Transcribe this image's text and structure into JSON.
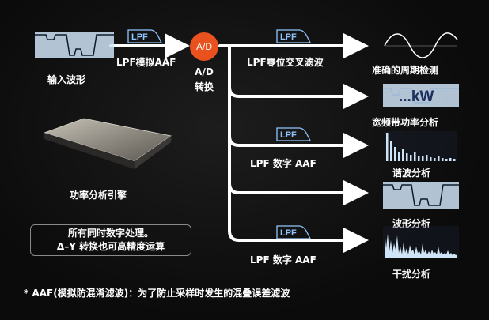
{
  "input": {
    "label": "输入波形"
  },
  "lpf_badge": "LPF",
  "lpf_aaf": {
    "label": "LPF模拟AAF"
  },
  "adc": {
    "badge": "A/D",
    "caption_line1": "A/D",
    "caption_line2": "转换"
  },
  "engine": {
    "label": "功率分析引擎"
  },
  "note": {
    "line1": "所有同时数字处理。",
    "line2": "Δ–Y 转换也可高精度运算"
  },
  "branches": [
    {
      "lpf_label": "LPF零位交叉滤波",
      "output_label": "准确的周期检测"
    },
    {
      "lpf_label": "",
      "output_label": "宽频带功率分析",
      "overlay_text": "...kW"
    },
    {
      "lpf_label": "LPF 数字 AAF",
      "output_label": "谐波分析"
    },
    {
      "lpf_label": "",
      "output_label": "波形分析"
    },
    {
      "lpf_label": "LPF 数字 AAF",
      "output_label": "干扰分析"
    }
  ],
  "footnote": "* AAF(模拟防混淆滤波)：为了防止采样时发生的混叠误差滤波",
  "colors": {
    "accent": "#e9521e",
    "wave_blue": "#cfe3f7",
    "badge_blue": "#8fc6ff"
  }
}
